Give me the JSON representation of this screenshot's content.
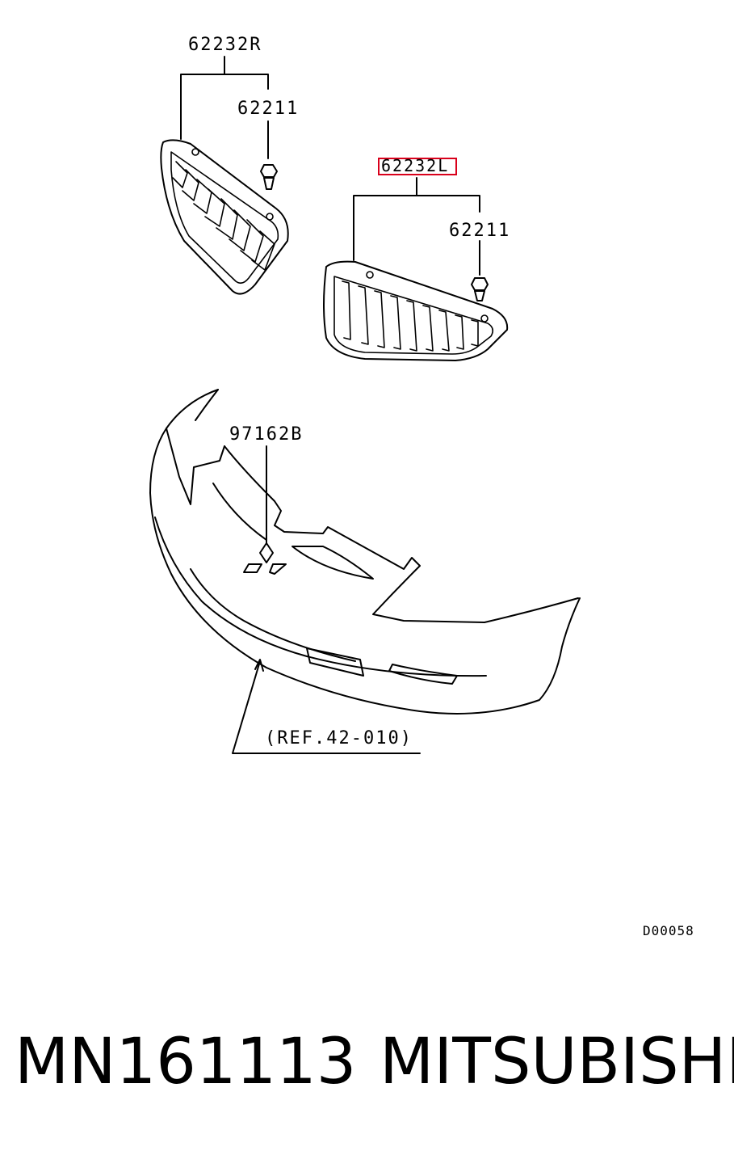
{
  "diagram": {
    "callouts": {
      "grille_right": "62232R",
      "clip_right": "62211",
      "grille_left": "62232L",
      "clip_left": "62211",
      "emblem": "97162B",
      "reference": "(REF.42-010)"
    },
    "highlighted_part": "62232L",
    "highlight_color": "#d9001b",
    "diagram_code": "D00058"
  },
  "footer": {
    "part_number": "MN161113",
    "brand": "MITSUBISHI"
  }
}
